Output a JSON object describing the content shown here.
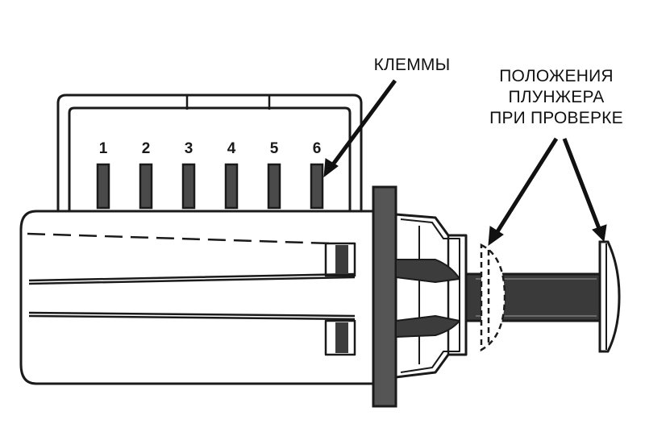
{
  "labels": {
    "terminals": "КЛЕММЫ",
    "plunger_line1": "ПОЛОЖЕНИЯ",
    "plunger_line2": "ПЛУНЖЕРА",
    "plunger_line3": "ПРИ ПРОВЕРКЕ"
  },
  "pins": [
    "1",
    "2",
    "3",
    "4",
    "5",
    "6"
  ],
  "colors": {
    "ink": "#1a1a1a",
    "pin_fill": "#4a4a4a",
    "paper": "#ffffff"
  }
}
